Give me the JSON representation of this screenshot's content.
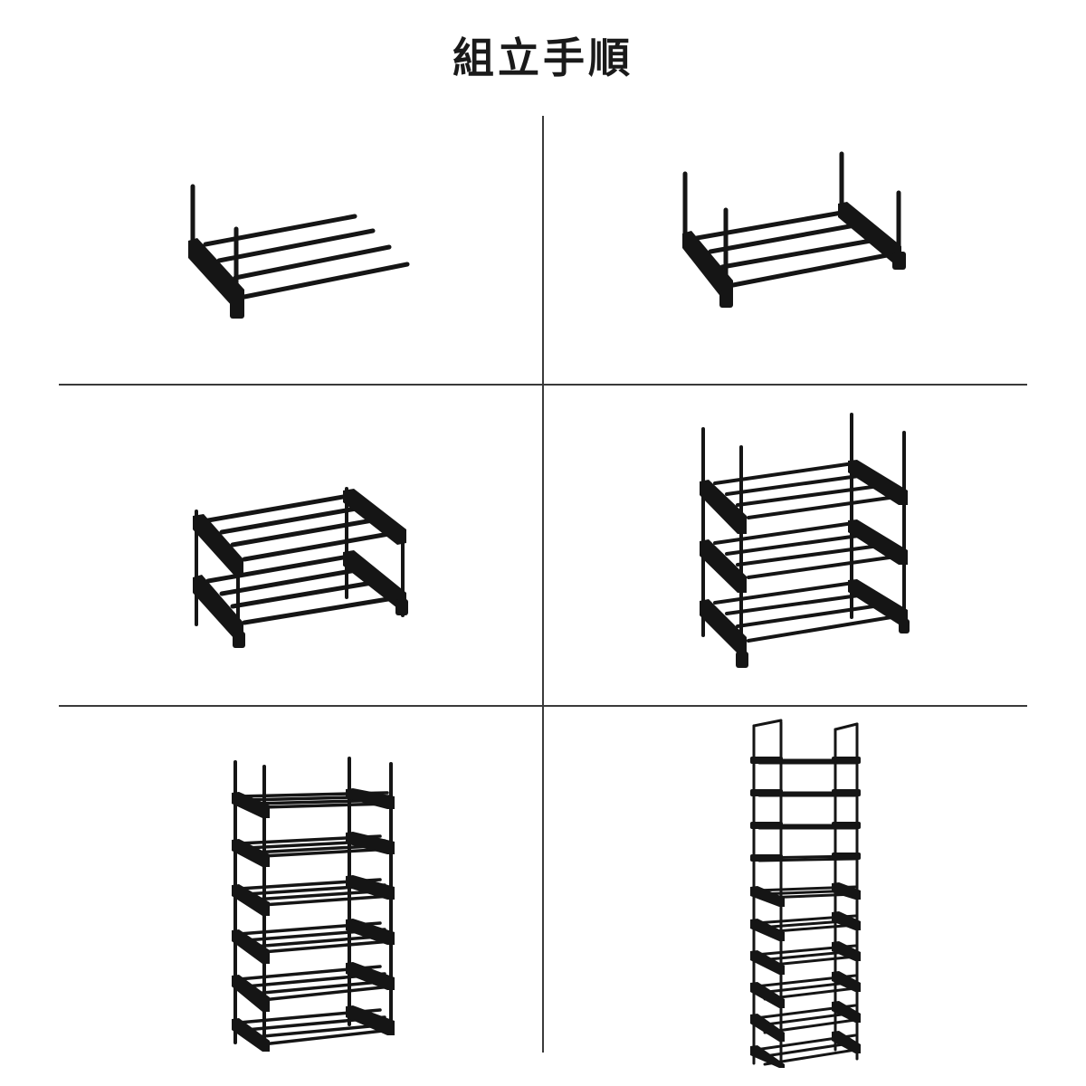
{
  "title": "組立手順",
  "layout": {
    "columns": 2,
    "rows": 3,
    "divider_color": "#3a3a3a",
    "product_color": "#151515"
  },
  "steps": [
    {
      "index": 1,
      "description": "Base frame: one end bracket with two posts and four horizontal rods attached",
      "tiers": 0
    },
    {
      "index": 2,
      "description": "Both end brackets attached to rods forming first shelf with four posts",
      "tiers": 1
    },
    {
      "index": 3,
      "description": "Two-tier shelf assembled",
      "tiers": 2
    },
    {
      "index": 4,
      "description": "Three-tier shelf assembled with posts extending upward",
      "tiers": 3
    },
    {
      "index": 5,
      "description": "Six-tier shelf assembled with posts extending upward",
      "tiers": 6
    },
    {
      "index": 6,
      "description": "Completed ten-tier shoe rack with top handles",
      "tiers": 10
    }
  ]
}
